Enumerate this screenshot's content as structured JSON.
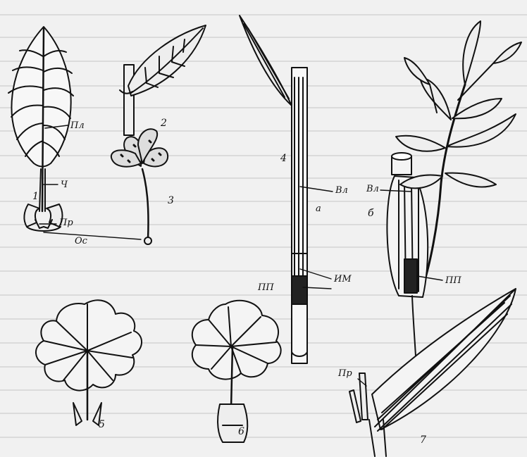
{
  "figure": {
    "items": [
      {
        "number": "1",
        "parts": {
          "blade": "Пл",
          "petiole": "Ч",
          "stipules": "Пр",
          "base": "Ос"
        }
      },
      {
        "number": "2"
      },
      {
        "number": "3"
      },
      {
        "number": "4",
        "letter": "а",
        "parts": {
          "sheath": "Вл",
          "intercalary": "ИМ",
          "internode": "ПП"
        }
      },
      {
        "number": "б",
        "parts": {
          "sheath": "Вл",
          "internode": "ПП"
        }
      },
      {
        "number": "5"
      },
      {
        "number": "6"
      },
      {
        "number": "7",
        "parts": {
          "stipules": "Пр"
        }
      }
    ]
  }
}
